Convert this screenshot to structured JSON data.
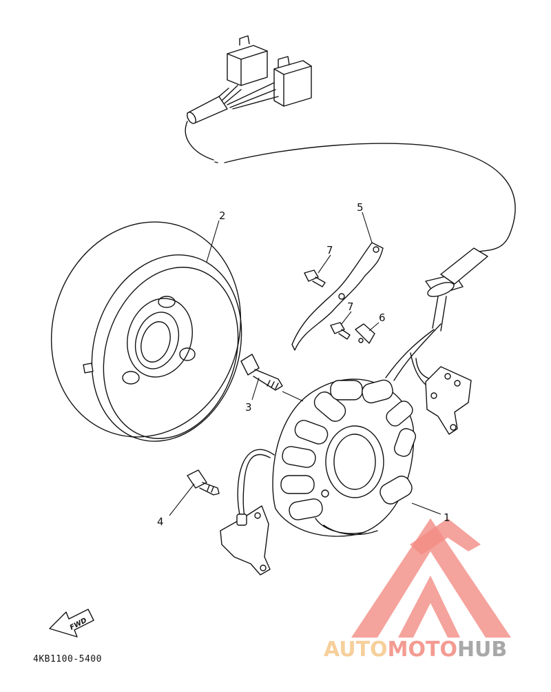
{
  "callouts": {
    "c1": "1",
    "c2": "2",
    "c3": "3",
    "c4": "4",
    "c5": "5",
    "c6": "6",
    "c7a": "7",
    "c7b": "7"
  },
  "fwd_label": "FWD",
  "diagram_code": "4KB1100-5400",
  "watermark": {
    "auto": "AUTO",
    "moto": "MOTO",
    "hub": "HUB",
    "logo_color": "#f28c84",
    "auto_color": "#f6cf9b",
    "moto_color": "#f39b92",
    "hub_color": "#a8a8a8"
  }
}
